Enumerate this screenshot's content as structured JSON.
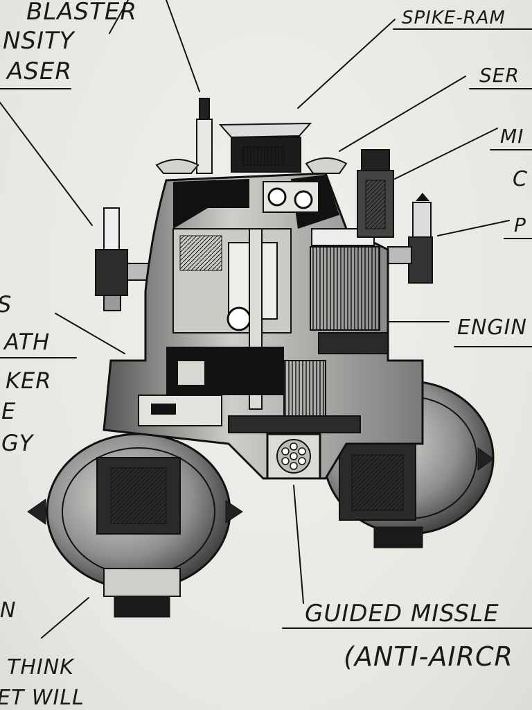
{
  "labels": {
    "top_left": [
      "BLASTER",
      "NSITY",
      "ASER"
    ],
    "left_mid": [
      "S",
      "ATH",
      "KER",
      "E",
      "GY"
    ],
    "left_bottom": [
      "N",
      "THINK",
      "ET WILL"
    ],
    "right": [
      "SPIKE-RAM",
      "SER",
      "MI",
      "C",
      "P",
      "ENGIN"
    ],
    "bottom_right": [
      "GUIDED MISSLE",
      "(ANTI-AIRCR"
    ]
  },
  "colors": {
    "paper": "#ecebe6",
    "ink": "#111111",
    "shade": "#6f6f6f"
  }
}
